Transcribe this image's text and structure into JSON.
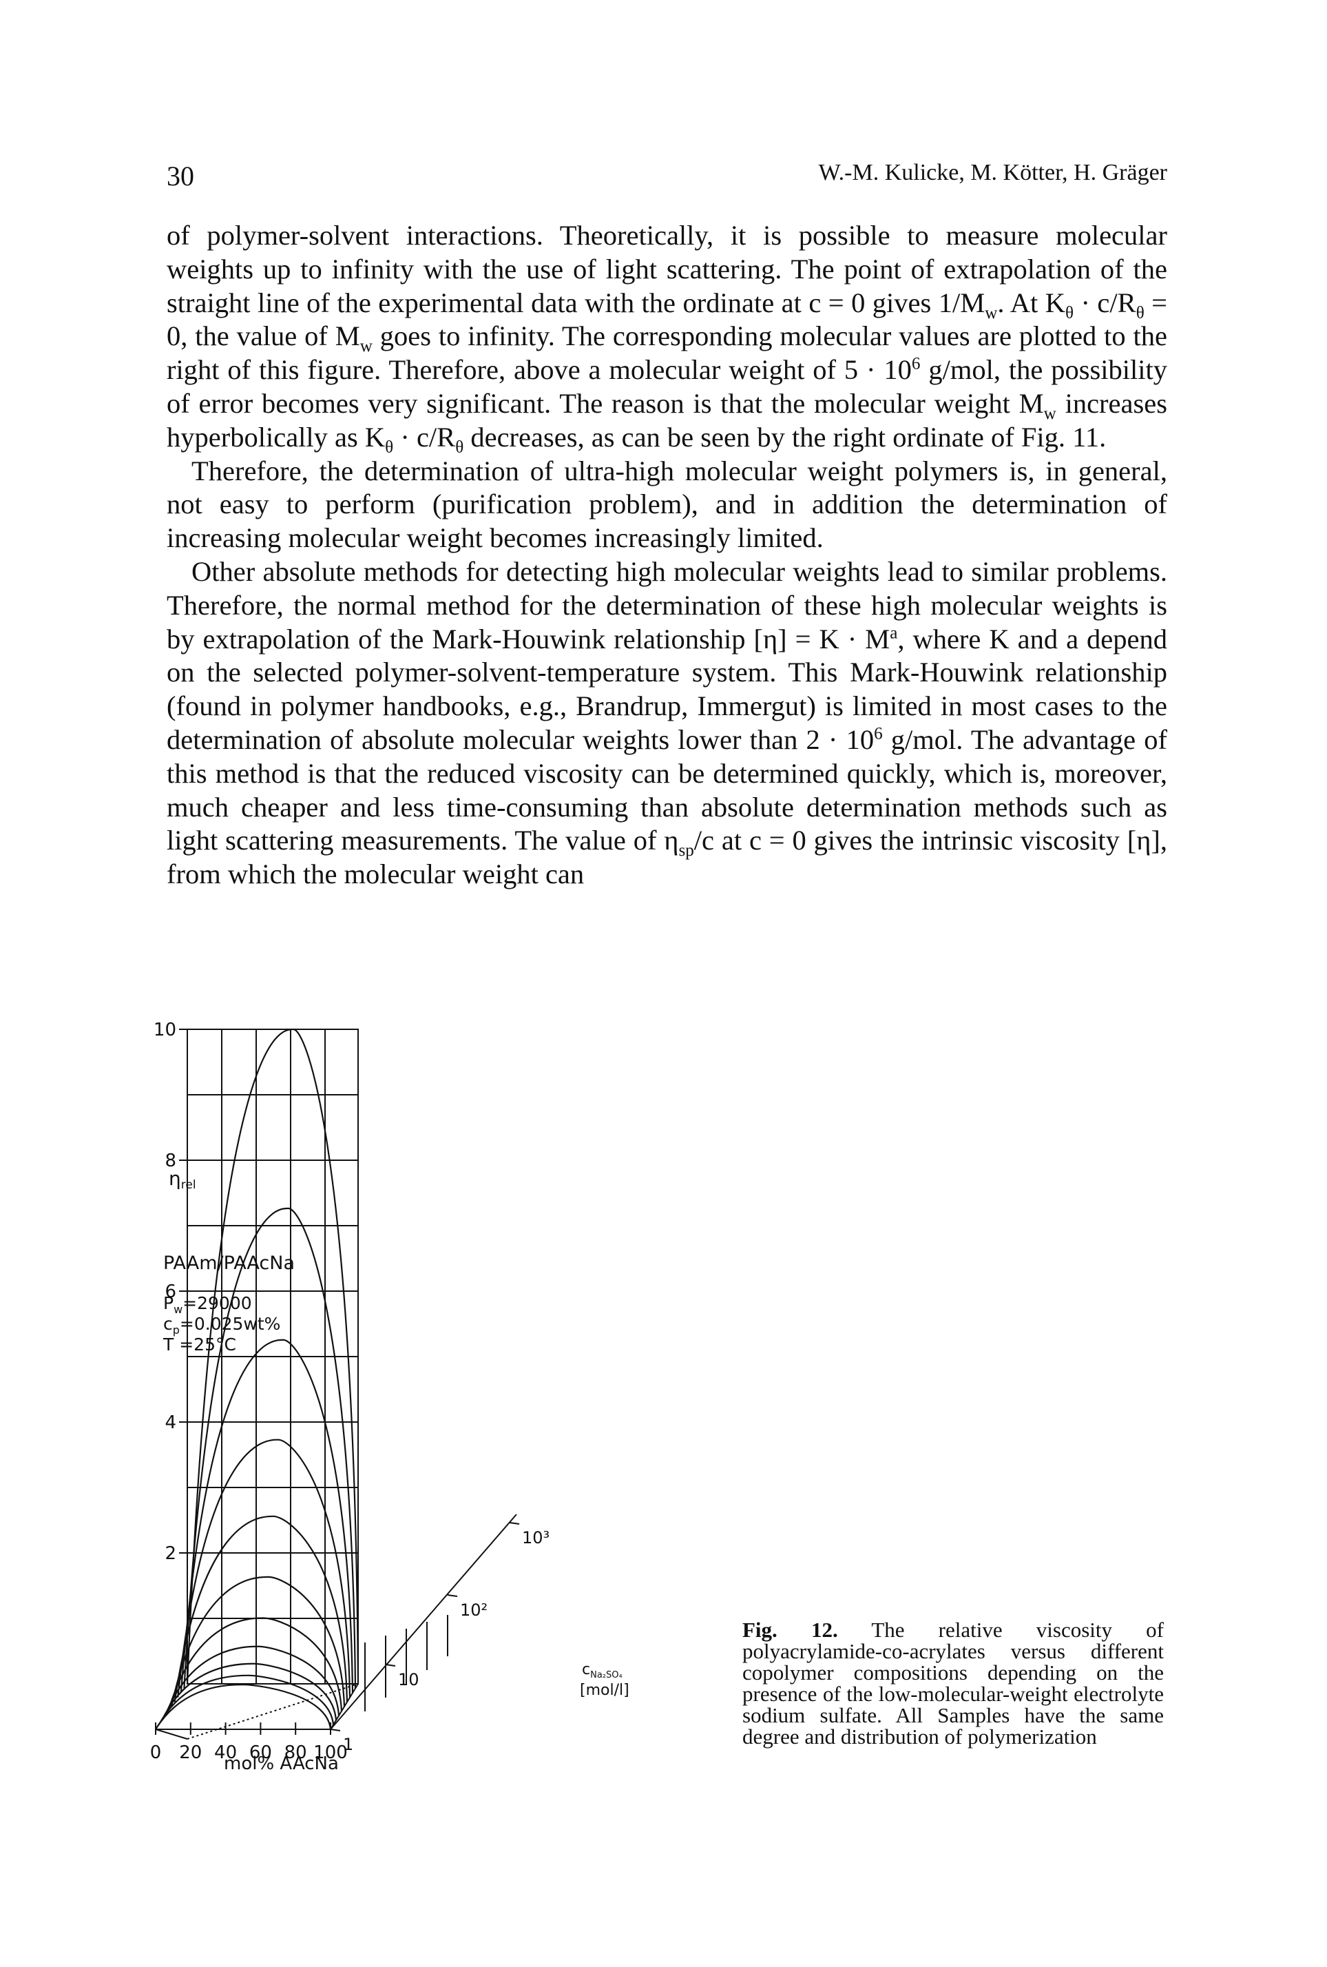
{
  "header": {
    "page_number": "30",
    "authors": "W.-M. Kulicke, M. Kötter, H. Gräger"
  },
  "body": {
    "p1": {
      "a": "of polymer-solvent interactions. Theoretically, it is possible to measure molecular weights up to infinity with the use of light scattering. The point of extrapolation of the straight line of the experimental data with the ordinate at c = 0 gives 1/M",
      "a_sub": "w",
      "b": ". At K",
      "b_sub": "θ",
      "c": " · c/R",
      "c_sub": "θ",
      "d": " = 0, the value of M",
      "d_sub": "w",
      "e": " goes to infinity. The corresponding molecular values are plotted to the right of this figure. Therefore, above a molecular weight of 5 · 10",
      "e_sup": "6",
      "f": " g/mol, the possibility of error becomes very significant. The reason is that the molecular weight M",
      "f_sub": "w",
      "g": " increases hyperbolically as K",
      "g_sub": "θ",
      "h": " · c/R",
      "h_sub": "θ",
      "i": " decreases, as can be seen by the right ordinate of Fig. 11."
    },
    "p2": "Therefore, the determination of ultra-high molecular weight polymers is, in general, not easy to perform (purification problem), and in addition the determination of increasing molecular weight becomes increasingly limited.",
    "p3": {
      "a": "Other absolute methods for detecting high molecular weights lead to similar problems. Therefore, the normal method for the determination of these high molecular weights is by extrapolation of the Mark-Houwink relationship [η] = K · M",
      "a_sup": "a",
      "b": ", where K and a depend on the selected polymer-solvent-temperature system. This Mark-Houwink relationship (found in polymer handbooks, e.g., Brandrup, Immergut) is limited in most cases to the determination of absolute molecular weights lower than 2 · 10",
      "b_sup": "6",
      "c": " g/mol. The advantage of this method is that the reduced viscosity can be determined quickly, which is, moreover, much cheaper and less time-consuming than absolute determination methods such as light scattering measurements. The value of η",
      "c_sub": "sp",
      "d": "/c at c = 0 gives the intrinsic viscosity [η], from which the molecular weight can"
    }
  },
  "figure": {
    "caption_label": "Fig. 12.",
    "caption_text": " The relative viscosity of polyacrylamide-co-acrylates versus different copolymer compositions depending on the presence of the low-molecular-weight electrolyte sodium sulfate. All Samples have the same degree and distribution of polymerization",
    "annotations": {
      "z_label": "η",
      "z_label_sub": "rel",
      "system": "PAAm/PAAcNa",
      "pw": "P",
      "pw_sub": "w",
      "pw_value": "=29000",
      "cp": "c",
      "cp_sub": "p",
      "cp_value": "=0.025wt%",
      "temp": "T =25°C",
      "x_title": "mol% AAcNa",
      "depth_label": "c",
      "depth_label_sub": "Na₂SO₄",
      "depth_unit": "[mol/l]"
    }
  },
  "chart_data": {
    "type": "surface-3d",
    "x_label": "mol% AAcNa",
    "x_ticks": [
      "0",
      "20",
      "40",
      "60",
      "80",
      "100"
    ],
    "z_label": "ηrel",
    "z_ticks": [
      "2",
      "4",
      "6",
      "8",
      "10"
    ],
    "depth_label": "cNa₂SO₄ [mol/l]",
    "depth_ticks": [
      "1",
      "10",
      "10²",
      "10³"
    ],
    "surface_peaks_eta_rel": [
      10.0,
      7.6,
      5.8,
      4.4,
      3.3,
      2.4,
      1.8,
      1.4,
      1.2,
      1.1,
      1.05
    ]
  }
}
